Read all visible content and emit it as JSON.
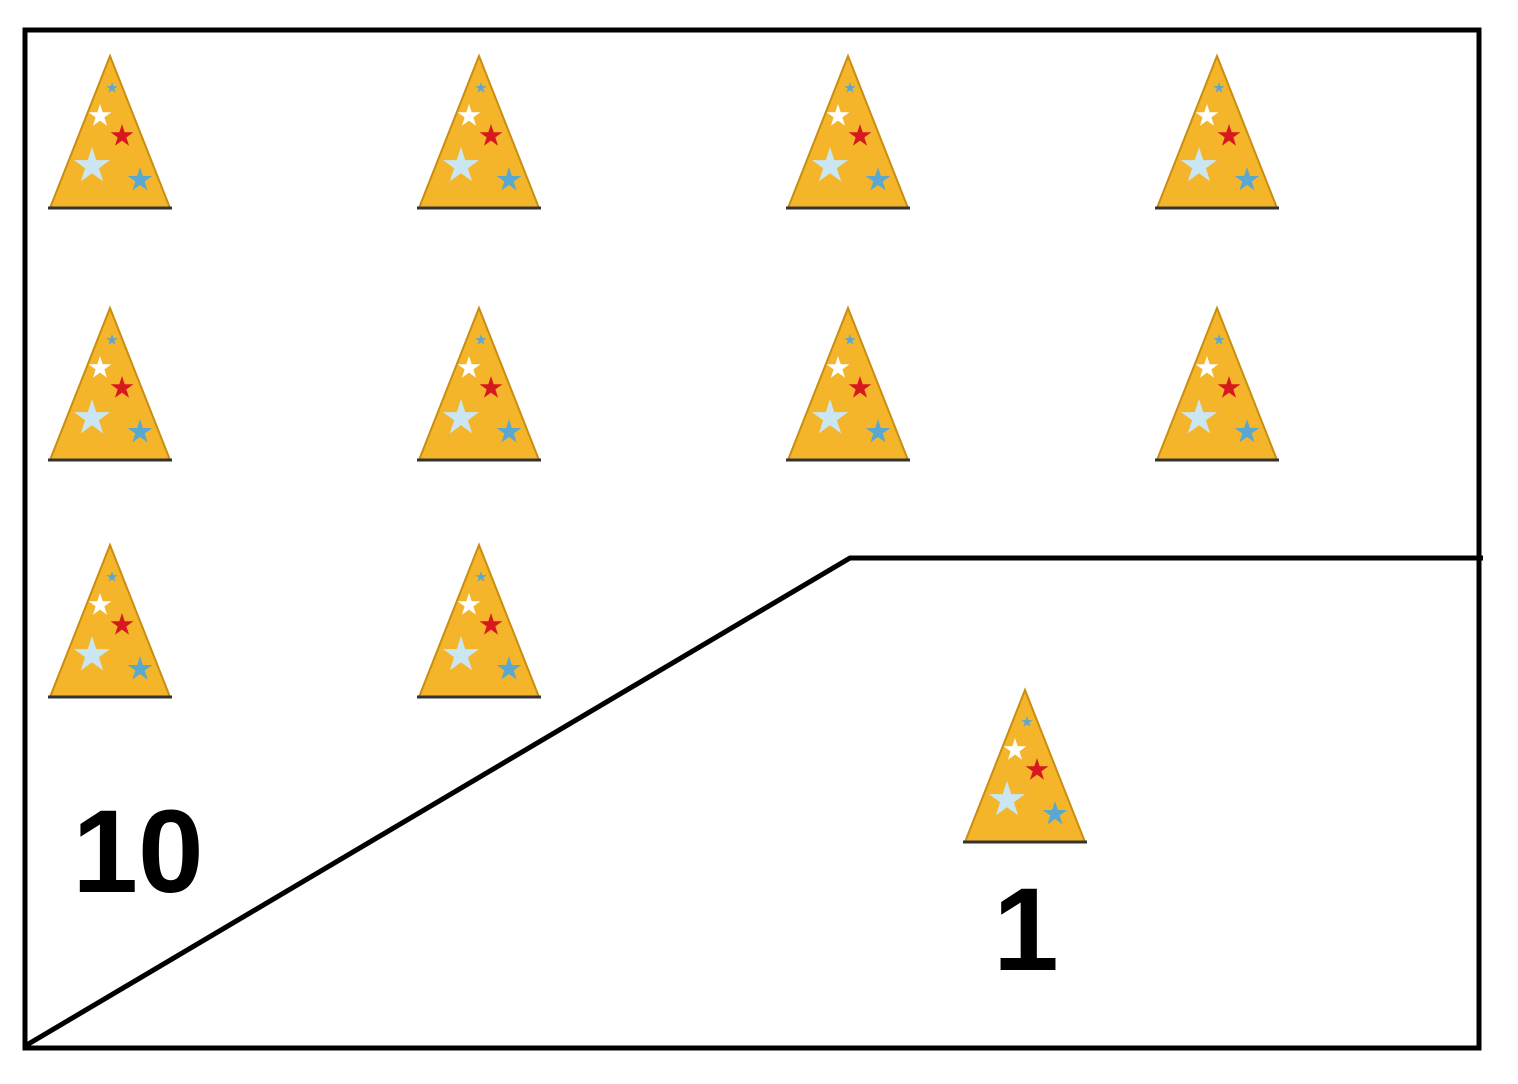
{
  "diagram": {
    "group_large": {
      "count_label": "10",
      "hat_count": 10
    },
    "group_small": {
      "count_label": "1",
      "hat_count": 1
    }
  },
  "colors": {
    "hat_fill": "#f5b52a",
    "hat_outline": "#c98e10",
    "hat_base": "#333333",
    "star_white": "#ffffff",
    "star_red": "#d7191f",
    "star_light_blue": "#c9e6f2",
    "star_blue": "#5aa8cf",
    "line": "#000000"
  },
  "icons": {
    "hat": "party-hat-icon",
    "star": "star-icon"
  }
}
